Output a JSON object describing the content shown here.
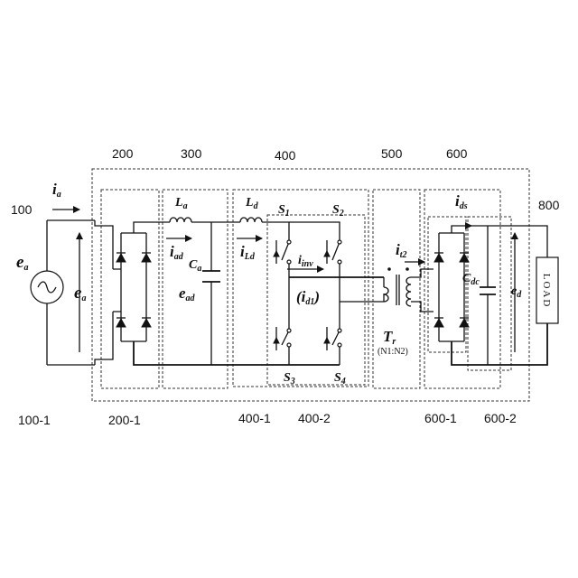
{
  "blocks": {
    "b100": "100",
    "b200": "200",
    "b300": "300",
    "b400": "400",
    "b500": "500",
    "b600": "600",
    "b800": "800",
    "b100_1": "100-1",
    "b200_1": "200-1",
    "b400_1": "400-1",
    "b400_2": "400-2",
    "b600_1": "600-1",
    "b600_2": "600-2"
  },
  "symbols": {
    "ia": {
      "base": "i",
      "sub": "a"
    },
    "ea_src": {
      "base": "e",
      "sub": "a"
    },
    "ea_volt": {
      "base": "e",
      "sub": "a"
    },
    "La": {
      "base": "L",
      "sub": "a"
    },
    "iad": {
      "base": "i",
      "sub": "ad"
    },
    "Ca": {
      "base": "C",
      "sub": "a"
    },
    "ead": {
      "base": "e",
      "sub": "ad"
    },
    "Ld": {
      "base": "L",
      "sub": "d"
    },
    "iLd": {
      "base": "i",
      "sub": "Ld"
    },
    "S1": {
      "base": "S",
      "sub": "1"
    },
    "S2": {
      "base": "S",
      "sub": "2"
    },
    "S3": {
      "base": "S",
      "sub": "3"
    },
    "S4": {
      "base": "S",
      "sub": "4"
    },
    "iinv": {
      "base": "i",
      "sub": "inv"
    },
    "id1": {
      "base": "(i",
      "sub": "d1",
      "tail": ")"
    },
    "it2": {
      "base": "i",
      "sub": "t2"
    },
    "Tr": {
      "base": "T",
      "sub": "r"
    },
    "ids": {
      "base": "i",
      "sub": "ds"
    },
    "Cdc": {
      "base": "C",
      "sub": "dc"
    },
    "ed": {
      "base": "e",
      "sub": "d"
    }
  },
  "turns_ratio": "(N1:N2)",
  "load_label": "LOAD"
}
